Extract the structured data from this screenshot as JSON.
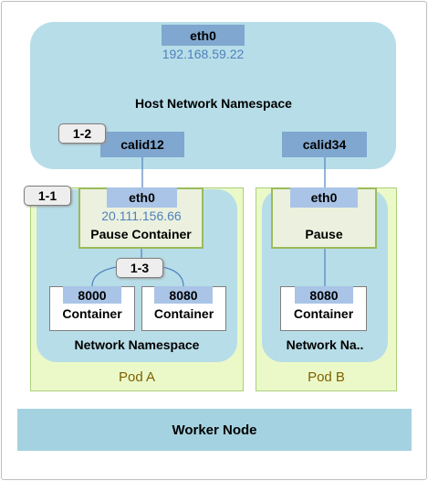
{
  "host": {
    "iface": "eth0",
    "ip": "192.168.59.22",
    "label": "Host Network Namespace",
    "veth_a": "calid12",
    "veth_b": "calid34"
  },
  "tags": {
    "t1": "1-1",
    "t2": "1-2",
    "t3": "1-3"
  },
  "pod_a": {
    "label": "Pod A",
    "netns_label": "Network Namespace",
    "pause": {
      "iface": "eth0",
      "ip": "20.111.156.66",
      "label": "Pause Container"
    },
    "containers": [
      {
        "port": "8000",
        "label": "Container"
      },
      {
        "port": "8080",
        "label": "Container"
      }
    ]
  },
  "pod_b": {
    "label": "Pod B",
    "netns_label": "Network Na..",
    "pause": {
      "iface": "eth0",
      "label": "Pause"
    },
    "containers": [
      {
        "port": "8080",
        "label": "Container"
      }
    ]
  },
  "worker": {
    "label": "Worker Node"
  },
  "colors": {
    "host_bg": "#b7dde8",
    "iface_bg": "#7fa7cf",
    "ip_text": "#4f81bd",
    "pod_bg": "#ebf9c8",
    "pod_label": "#7f6000",
    "worker_bg": "#a5d2e0"
  }
}
